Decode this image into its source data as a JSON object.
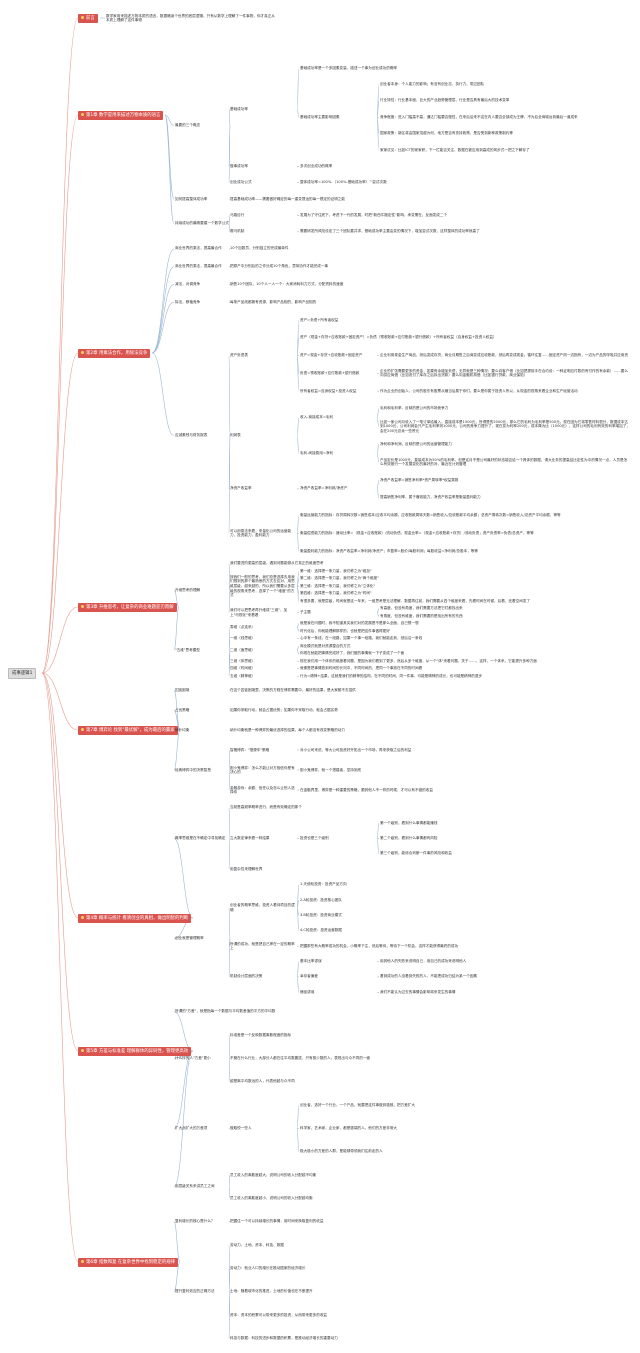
{
  "root": {
    "label": "成事逻辑1"
  },
  "chapters": [
    {
      "title": "前言",
      "notes": [
        "数学家用来描述万物本质的语言，数据略读个世界的底层逻辑，只有从数学上理解了一件事物，你才真正从本质上理解了这件事物"
      ]
    },
    {
      "title": "第1章 数学是用来描述万物本质的语言",
      "branches": [
        {
          "label": "最要的三个概念",
          "items": [
            {
              "label": "基础成功率",
              "items": [
                {
                  "label": "基础成功率是一个多因素变量，描述一个事为创业成功的概率"
                },
                {
                  "label": "基础成功率主要影响因素",
                  "items": [
                    {
                      "label": "创业者本身：个人能力的影响；有没有创业志、执行力、带过团队"
                    },
                    {
                      "label": "行业特性：行业基本面、巨大的产业趋势管理层、行业是否具有最后大的技术变革"
                    },
                    {
                      "label": "竞争程度：进入门槛高不高，通达门槛要否慢性，在来后后来不这在内人要否全部成为王牌，不为后全商城台到最后一道成来"
                    },
                    {
                      "label": "国家政策：新区将由国家逗越为何，地方是否有扶持政策，是否受到新种政策制约等"
                    },
                    {
                      "label": "家家试见：比如ICT的家家积，下一栏能否关注，数据在被应用到高成的风步式一把之下解存了"
                    }
                  ]
                }
              ]
            },
            {
              "label": "做事成功率",
              "items": [
                {
                  "label": "多次创业成功的概率"
                }
              ]
            },
            {
              "label": "创业成功公式",
              "items": [
                {
                  "label": "整体成功率=100%-（100%-基础成功率）^尝试次数"
                }
              ]
            }
          ]
        },
        {
          "label": "如何提高整体成功率",
          "items": [
            {
              "label": "提高基础成功率——需要做好确定的每一重变提运的每一根定的证明之能"
            }
          ]
        },
        {
          "label": "持续成功的最精要建一个数学公式",
          "items": [
            {
              "label": "马路目行",
              "items": [
                {
                  "label": "发展为了守住底下，考虑下一代的发展，时把\"新西牛搬定性\"影响，承变需在，反面发成二个"
                }
              ]
            },
            {
              "label": "赛马机制",
              "items": [
                {
                  "label": "需要研发所风险设定了三个团队要并求，基础成功率主要由变的情况下，增加尝试次数，这样整体的成功率就高了"
                }
              ]
            }
          ]
        }
      ]
    },
    {
      "title": "第2章 用乘法合作，用除法竞争",
      "branches": [
        {
          "label": "商业世界的乘法，提高最合作",
          "items": [
            {
              "label": "10个加数员，分别独立的完成最单件"
            }
          ]
        },
        {
          "label": "商业世界的乘法，提高最合作",
          "items": [
            {
              "label": "把原产中分别后的之作分成10个角色，意味协作才能完成一事"
            }
          ]
        },
        {
          "label": "减法，对调竞争",
          "items": [
            {
              "label": "销售10个团队，10个人一人一个：大家消耗料力方式，分配资料的速度"
            }
          ]
        },
        {
          "label": "除法，移植竞争",
          "items": [
            {
              "label": "每条产品线都拥有资源，影响产品相的，影响产品相的"
            }
          ]
        },
        {
          "label": "应减素残与财务报表",
          "items": [
            {
              "label": "资产负债表",
              "items": [
                {
                  "label": "资产=负债+所有者权益"
                },
                {
                  "label": "资产（现金+存货+应收账款+固定资产）=负债（预收账款+应付账款+银行借款）+所有者权益（自身权益+投资人权益）"
                },
                {
                  "label": "资产=现金+存货+应收账款+固定资产",
                  "items": [
                    {
                      "label": "企业利用现金生产商品，然后变成存货，商业月期售之后商变成应收账款，然后再变成现金。循环往复……固定资产则一边指有，一边为产品的呼吸并应用资"
                    }
                  ]
                },
                {
                  "label": "负债=预收账款+应付账款+银行借款",
                  "items": [
                    {
                      "label": "企业的扩张需要更多的资金，如果有余增加负债，无异就是三种情况：要么向客户借（比如把提前手在合约设：一种证明应付数的有付作的有余款）……要么向供应商借（比如说付了库存之后拆出货款）要么向金融机构借（比如银行贷款、商业保险）"
                    }
                  ]
                },
                {
                  "label": "所有者权益=自身权益+投资人权益",
                  "items": [
                    {
                      "label": "作为企业的创始人，公司的股东有股票从赚当后属于你们。要么是你属于投资人所以，从现金的视角来看企业和生产经营活动"
                    }
                  ]
                }
              ]
            },
            {
              "label": "利润表",
              "items": [
                {
                  "label": "收入-商接成本=毛利",
                  "items": [
                    {
                      "label": "毛利和毛利率，反映的是公司的市场竞争力"
                    },
                    {
                      "label": "比如一家公司月收入了一笔订单给最入，直接成本是1500元，所得是的2000元，那么它的毛利为毛利率是500元，现在因为它将零售材料很分，数据成本达到1000元，公司利润会只产生毛利率则1000元，公司的竞争力提升了，现在变为利率200元，成本降为比（1000元），这样公司的毛利有效的利率增加了，会在200元总卖一些赞元"
                    }
                  ]
                },
                {
                  "label": "毛利-间接费用=净利",
                  "items": [
                    {
                      "label": "净利和净利润，反映的是公司的运营管理能力"
                    },
                    {
                      "label": "产品定价是1000元，直接成本为50%的毛利率，但是这月不是公司最好的状态能否给一个具体的数据，请大业务的提高结比定性为中的情况一点，人员是怎么有效推行一个发展变化的最好的对，最近在计划管理"
                    }
                  ]
                }
              ]
            },
            {
              "label": "净资产收益率",
              "items": [
                {
                  "label": "净资产收益率=净利润/净资产",
                  "items": [
                    {
                      "label": "净资产收益率=销售净利率*资产周转率*权益乘数"
                    },
                    {
                      "label": "提高销售净利率、属于赚钱能力，净资产收益率是衡量盈利能力"
                    }
                  ]
                }
              ]
            },
            {
              "label": "可以用乘法来看，来量化公司的运营能力，投资能力，盈利能力",
              "items": [
                {
                  "label": "衡量运营能力的指标：存货周转次数=销售成本/应收平均余额，应收账款周转天数=销售收入/应收账款平均余额；总资产周转次数=销售收入/总资产平均余额，等等"
                },
                {
                  "label": "衡量偿债能力的指标：速动比率=（现金+应收账款）/流动负债，现金比率=（现金+应收账款+存货）/流动负债；资产负债率=负债/总资产，等等"
                },
                {
                  "label": "衡量盈利能力的指标：净资产收益率=净利润/净资产；市盈率=股价/每股利润；每股收益=净利润/总股本，等等"
                }
              ]
            }
          ]
        }
      ]
    },
    {
      "title": "第3章 升维思考，让复杂的商业难题迎刃而解",
      "branches": [
        {
          "label": "升维思考的理解",
          "items": [
            {
              "label": "我们要进阶更高的层级，遇到问题能够从它真正的维度思考"
            },
            {
              "label": "按我们一般的思考，我们总是选择去用我们想到的那个最熟悉的方式去应对，用思维层级，越来越的，所以我们需要从多层级的视角来思考，选择了一个\"维度\"的方式",
              "items": [
                {
                  "label": "第一维：选择把一条力量，我们称之为\"维加\""
                },
                {
                  "label": "第二维：选择把一条力量，我们称之为\"两个维度\""
                },
                {
                  "label": "第三维：选择把一条力量，我们称之为\"立体化\""
                },
                {
                  "label": "第四维：选择把一条力量，我们称之为\"时间\""
                },
                {
                  "label": "有很多要，就是层级，时间就是这一年来，一维思考是无法理解，数据再往前，我们需要从四个维度来看，先看时间在时候，后看，还看空间变了"
                }
              ]
            },
            {
              "label": "我们可以把思考再升维成\"三维\"，加上\"可视化\"来看看",
              "items": [
                {
                  "label": "子主题",
                  "items": [
                    {
                      "label": "有高度，但没有角度，我们需要方法把它们都找出来"
                    },
                    {
                      "label": "有角度，但没有维度，我们需要的是找出所有的东西"
                    }
                  ]
                }
              ]
            }
          ]
        },
        {
          "label": "\"五维\"思考模型",
          "items": [
            {
              "label": "零维（点连系）",
              "items": [
                {
                  "label": "就是我在问题时，我不知道其实我们对的发展是不是那么全面，自己想一想"
                },
                {
                  "label": "时代化后，你就能理解那样的，也就是把这件事做得更好"
                }
              ]
            },
            {
              "label": "一维（线思维）",
              "items": [
                {
                  "label": "心中有一条线，在一段路，如果一个事一段路，我们就能走到，然后沿一条线"
                }
              ]
            },
            {
              "label": "二维（面思维）",
              "items": [
                {
                  "label": "商业模式就是对资源整合的方式"
                },
                {
                  "label": "你现在就能把事情完成好了，我们做的事情就一下子变成了一个面"
                }
              ]
            },
            {
              "label": "三维（体思维）",
              "items": [
                {
                  "label": "现在我们用一个体系的维度看问题，是因为我们看到了更多，然后从多个维度，从一个\"体\"来看问题，关于……，这样，一个体系，它能提升多种方面"
                }
              ]
            },
            {
              "label": "四维（时间维）",
              "items": [
                {
                  "label": "就像是把事情放到时间的长河中，不同时间的，把同一个事放在不同的时间看"
                }
              ]
            },
            {
              "label": "五维（精神维）",
              "items": [
                {
                  "label": "行为=精神+结果，这就是我们的精神的结构，在不同的时间，同一件事，可能是精神的成长，也可能是精神的退步"
                }
              ]
            }
          ]
        }
      ]
    },
    {
      "title": "第7章 博弈论 找到\"最优解\"，成为最后的赢家",
      "branches": [
        {
          "label": "囚徒困境",
          "items": [
            {
              "label": "在这个囚徒困境里，决策的方程在博弈需要中，最好的结果，是大家都不去招供"
            }
          ]
        },
        {
          "label": "占优策略",
          "items": [
            {
              "label": "如果你采取行动，就会占据优势；如果你不采取行动，就会占据劣势"
            }
          ]
        },
        {
          "label": "纳什均衡",
          "items": [
            {
              "label": "纳什均衡就是一种博弈的最优选择的结果，每个人都没有改变策略的动力"
            }
          ]
        },
        {
          "label": "经典博弈中的决策智慧",
          "items": [
            {
              "label": "智猪博弈：\"搭便车\"策略",
              "items": [
                {
                  "label": "对小公司来说，等大公司投资好开拓出一个市场，再来获取之后的利益"
                }
              ]
            },
            {
              "label": "胆小鬼博弈：怎么才能让对方相信你是有决心的",
              "items": [
                {
                  "label": "胆小鬼博弈，就一个搭建者，坚持到底"
                }
              ]
            },
            {
              "label": "金融游戏：余额、信任以及怎么让别人选择你",
              "items": [
                {
                  "label": "在金融界里，博弈是一种重要的策略，跟其他人不一样的时候，才可以有不错的收益"
                }
              ]
            }
          ]
        }
      ]
    },
    {
      "title": "第4章 概率与统计 看清创业的真相，做出明智的判断",
      "branches": [
        {
          "label": "概率思维是在不确定中寻找确定",
          "items": [
            {
              "label": "当前是高频率概率进行，而是有效确定的那个"
            },
            {
              "label": "立大数定律来看一种结果",
              "items": [
                {
                  "label": "投资也是三个级别",
                  "items": [
                    {
                      "label": "第一个级别，看到什么事情都能赚钱"
                    },
                    {
                      "label": "第二个级别，看到什么事情都有风险"
                    },
                    {
                      "label": "第三个级别，能综合判断一件事的风险和收益"
                    }
                  ]
                }
              ]
            },
            {
              "label": "用复杂性来理解世界"
            }
          ]
        },
        {
          "label": "创业就是管理概率",
          "items": [
            {
              "label": "创业者的概率思维，投资人看待项目的逻辑",
              "items": [
                {
                  "label": "1.天使轮投资：投资产品方向"
                },
                {
                  "label": "2.A轮投资：投资核心团队"
                },
                {
                  "label": "3.B轮投资：投资商业模式"
                },
                {
                  "label": "4.C轮投资：投资运营数据"
                }
              ]
            },
            {
              "label": "所谓的成功，就是把自己押在一定的概率上",
              "items": [
                {
                  "label": "把握那些有大概率成功的机会，小概率下注，然后等待，等待下一个机会，这样才能获得最终的成功"
                }
              ]
            },
            {
              "label": "机制设计层面的决策",
              "items": [
                {
                  "label": "基本比率谬误",
                  "items": [
                    {
                      "label": "用其他人的失败来说明自己，用自己的成功来说明他人"
                    }
                  ]
                },
                {
                  "label": "幸存者偏差",
                  "items": [
                    {
                      "label": "看到成功的人没看到失败的人，不能把成功归结为某一个因素"
                    }
                  ]
                },
                {
                  "label": "赌徒谬误",
                  "items": [
                    {
                      "label": "我们不能认为过去的事情会影响将来发生的事情"
                    }
                  ]
                }
              ]
            }
          ]
        }
      ]
    },
    {
      "title": "第5章 方差与标准差 理解群体的异同性，管理更高效",
      "branches": [
        {
          "label": "所谓的\"方差\"，就是指每一个数据与平均数差值的平方的平均数"
        },
        {
          "label": "什么样的人\"方差\"更小",
          "items": [
            {
              "label": "标准差是一个反映数据离散程度的指标"
            },
            {
              "label": "不管在什么行业，大部分人都在往平均数靠拢，只有极少数的人，表现出与众不同的一面"
            },
            {
              "label": "越是离平均数远的人，代表他越与众不同"
            }
          ]
        },
        {
          "label": "扩大战扩大的方差项",
          "items": [
            {
              "label": "做取悦一些人",
              "items": [
                {
                  "label": "创业者，选好一个行业、一个产品，就要把这件事做到极致，把方差扩大"
                },
                {
                  "label": "科学家、艺术家、企业家，都是极端的人，他们的方差非常大"
                },
                {
                  "label": "极大极小的方差的人群，是能够带领我们往前走的人"
                }
              ]
            }
          ]
        },
        {
          "label": "用层级关系来讲员工之间",
          "items": [
            {
              "label": "员工收入的离散度越大，说明公司的收入分配越不均衡"
            },
            {
              "label": "员工收入的离散度越小，说明公司的收入分配越均衡"
            }
          ]
        }
      ]
    },
    {
      "title": "第6章 指数和复 在复杂世界中找到稳定的规律",
      "branches": [
        {
          "label": "复利增长的核心是什么？",
          "items": [
            {
              "label": "把握住一个可以持续增长的事情，用时间来换取复利的收益"
            }
          ]
        },
        {
          "label": "提升复利效应的正确方法",
          "items": [
            {
              "label": "劳动力、土地、资本、科技、数据"
            },
            {
              "label": "劳动力：就业人口的增长在推动国家的经济增长"
            },
            {
              "label": "土地：随着城市化的推进，土地的价值也在不断提升"
            },
            {
              "label": "资本：资本的积累可以带来更多的投资，从而带来更多的收益"
            },
            {
              "label": "科技与数据：科技的进步和数据的积累，是推动经济增长的重要动力"
            }
          ]
        }
      ]
    }
  ]
}
